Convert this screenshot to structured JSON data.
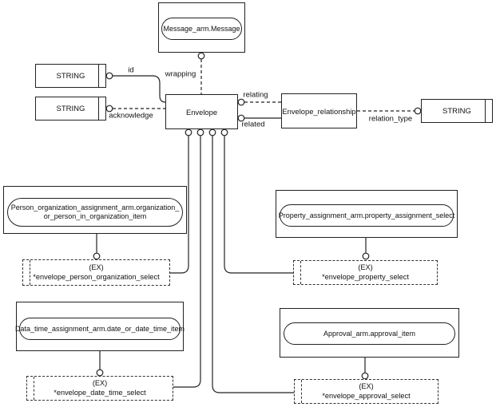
{
  "colors": {
    "line": "#222222",
    "background": "#ffffff"
  },
  "nodes": {
    "message": {
      "label": "Message_arm.Message"
    },
    "string_id": {
      "label": "STRING"
    },
    "string_acknowledge": {
      "label": "STRING"
    },
    "envelope": {
      "label": "Envelope"
    },
    "envelope_relationship": {
      "label": "Envelope_relationship"
    },
    "string_relation_type": {
      "label": "STRING"
    },
    "person_organization_item": {
      "line1": "Person_organization_assignment_arm.organization_",
      "line2": "or_person_in_organization_item"
    },
    "envelope_person_organization_select": {
      "tag": "(EX)",
      "label": "*envelope_person_organization_select"
    },
    "property_assignment_select_item": {
      "label": "Property_assignment_arm.property_assignment_select"
    },
    "envelope_property_select": {
      "tag": "(EX)",
      "label": "*envelope_property_select"
    },
    "date_time_item": {
      "label": "Data_time_assignment_arm.date_or_date_time_item"
    },
    "envelope_date_time_select": {
      "tag": "(EX)",
      "label": "*envelope_date_time_select"
    },
    "approval_item": {
      "label": "Approval_arm.approval_item"
    },
    "envelope_approval_select": {
      "tag": "(EX)",
      "label": "*envelope_approval_select"
    }
  },
  "edge_labels": {
    "id": "id",
    "wrapping": "wrapping",
    "acknowledge": "acknowledge",
    "relating": "relating",
    "related": "related",
    "relation_type": "relation_type"
  }
}
